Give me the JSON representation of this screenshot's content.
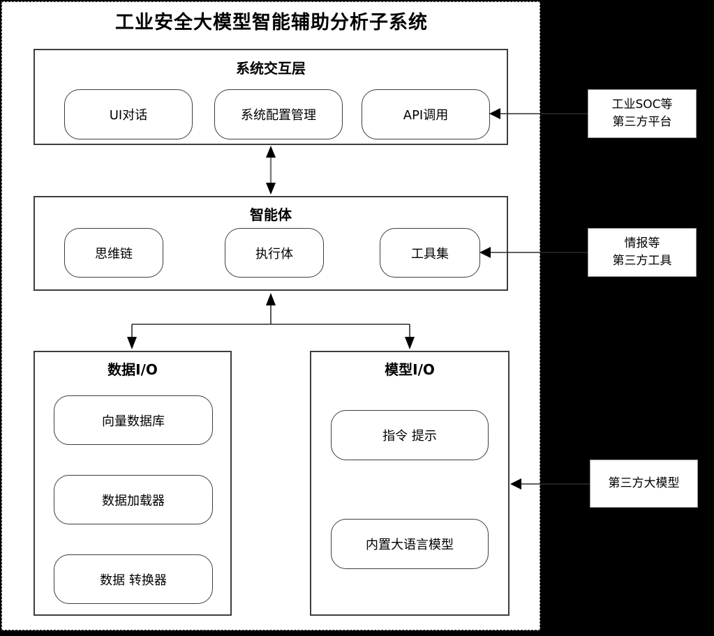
{
  "diagram": {
    "title": "工业安全大模型智能辅助分析子系统"
  },
  "interaction_layer": {
    "title": "系统交互层",
    "nodes": [
      {
        "label": "UI对话"
      },
      {
        "label": "系统配置管理"
      },
      {
        "label": "API调用"
      }
    ]
  },
  "agent_layer": {
    "title": "智能体",
    "nodes": [
      {
        "label": "思维链"
      },
      {
        "label": "执行体"
      },
      {
        "label": "工具集"
      }
    ]
  },
  "data_io_layer": {
    "title": "数据I/O",
    "nodes": [
      {
        "label": "向量数据库"
      },
      {
        "label": "数据加载器"
      },
      {
        "label": "数据 转换器"
      }
    ]
  },
  "model_io_layer": {
    "title": "模型I/O",
    "nodes": [
      {
        "label": "指令 提示"
      },
      {
        "label": "内置大语言模型"
      }
    ]
  },
  "external_entities": [
    {
      "label": "工业SOC等\n第三方平台"
    },
    {
      "label": "情报等\n第三方工具"
    },
    {
      "label": "第三方大模型"
    }
  ],
  "colors": {
    "canvas_background": "#000000",
    "panel_background": "#ffffff",
    "box_border": "#3d3d3d",
    "arrow": "#1a1a1a",
    "double_arrow_shaft": "#808080"
  }
}
